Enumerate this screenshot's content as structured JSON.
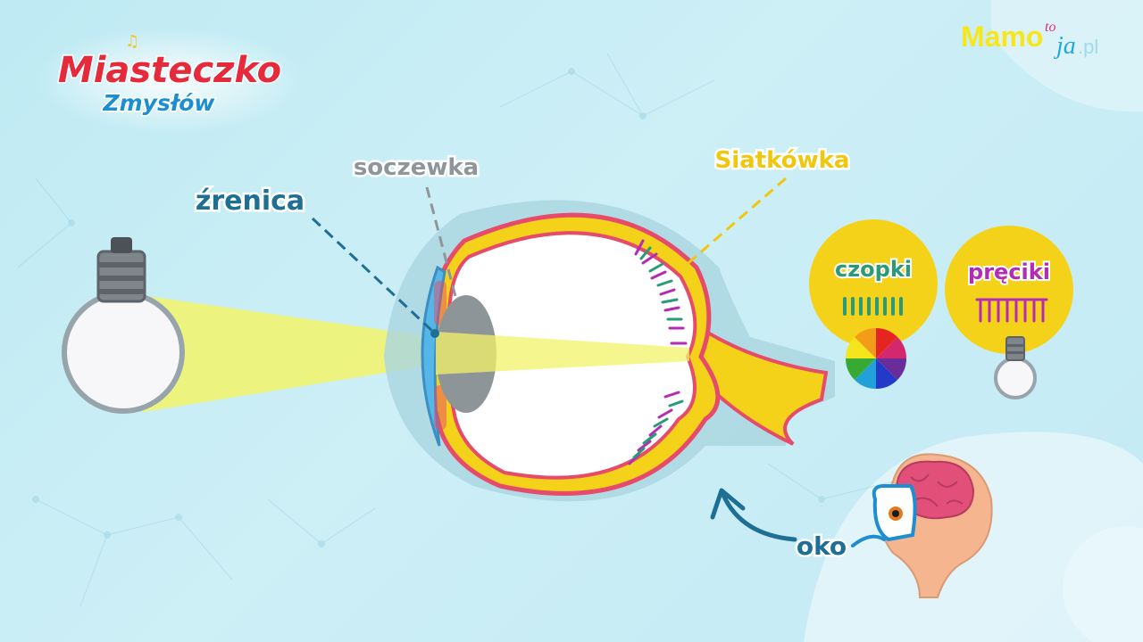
{
  "logo": {
    "line1": "Miasteczko",
    "line2": "Zmysłów"
  },
  "brand": {
    "part1": "Mamo",
    "part2": "to",
    "part3": "ja",
    "part4": ".pl"
  },
  "labels": {
    "zrenica": "źrenica",
    "soczewka": "soczewka",
    "siatkowka": "Siatkówka",
    "czopki": "czopki",
    "preciki": "pręciki",
    "oko": "oko"
  },
  "colors": {
    "background": "#c6ecf5",
    "light_beam": "#f3f36a",
    "retina_yellow": "#f5d21a",
    "sclera_red": "#e64b6a",
    "cornea_blue": "#56b6e8",
    "lens_gray": "#8e9598",
    "label_blue": "#1f6f95",
    "label_gray": "#8f9699",
    "label_yellow": "#f0c70e",
    "label_magenta": "#b32cb3",
    "label_green": "#2a9a78"
  },
  "icons": [
    "light-bulb-icon",
    "color-wheel-icon",
    "brain-icon",
    "arrow-icon"
  ]
}
